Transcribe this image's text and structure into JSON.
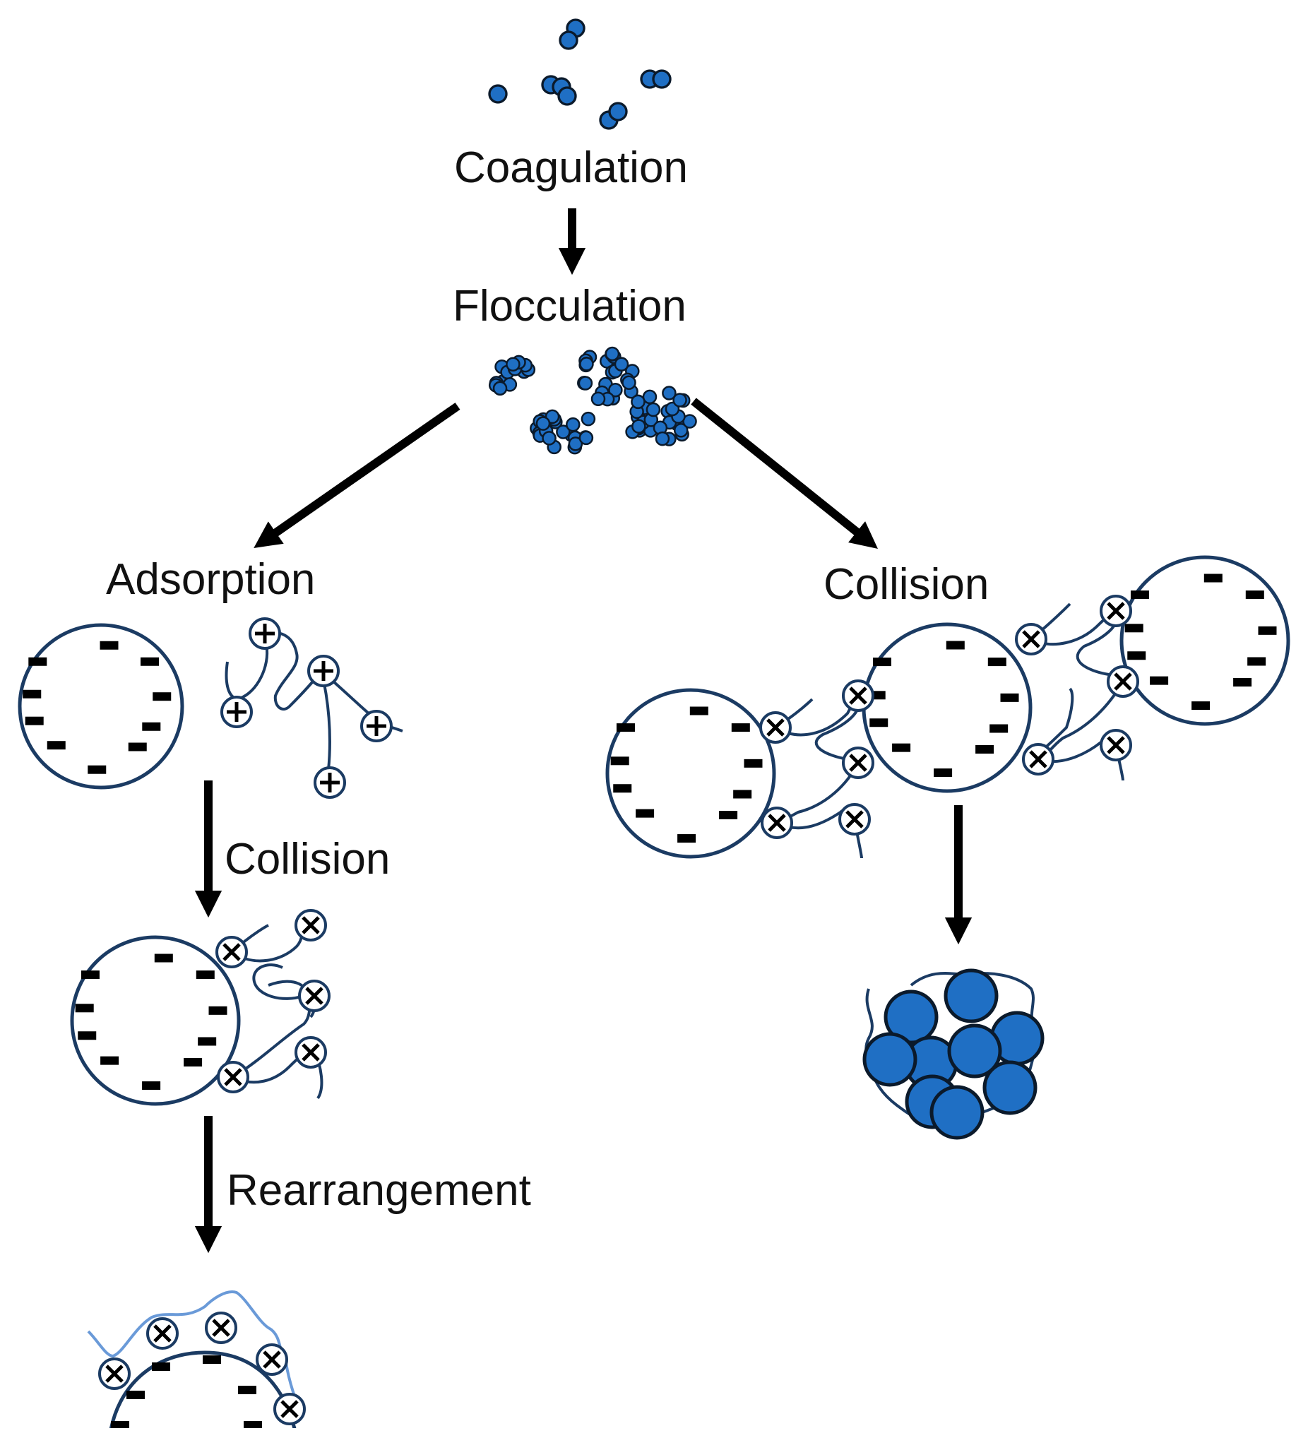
{
  "labels": {
    "coagulation": "Coagulation",
    "flocculation": "Flocculation",
    "adsorption": "Adsorption",
    "collision_left": "Collision",
    "rearrangement": "Rearrangement",
    "collision_right": "Collision"
  },
  "colors": {
    "outline": "#1b3b63",
    "particle_fill": "#1f6fc4",
    "arrow": "#000000",
    "charge": "#000000",
    "polymer_light": "#6a9ad8"
  },
  "icons": {
    "negative_charge": "minus-charge-icon",
    "positive_charge": "plus-charge-icon",
    "bridged_charge": "x-charge-icon"
  }
}
